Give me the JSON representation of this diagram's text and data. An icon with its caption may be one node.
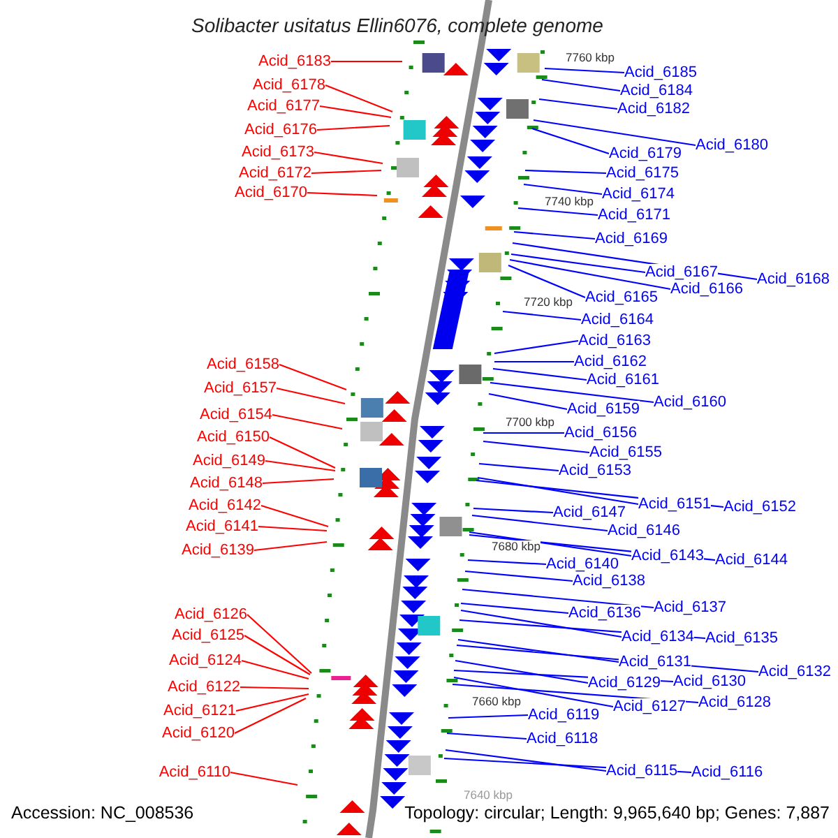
{
  "diagram": {
    "title": "Solibacter usitatus Ellin6076, complete genome",
    "nodes": [
      {
        "text": [
          "Acid_6183"
        ]
      },
      {
        "text": [
          "Acid_6178"
        ]
      },
      {
        "text": [
          "Acid_6177"
        ]
      },
      {
        "text": [
          "Acid_6176"
        ]
      },
      {
        "text": [
          "Acid_6173"
        ]
      },
      {
        "text": [
          "Acid_6172"
        ]
      },
      {
        "text": [
          "Acid_6170"
        ]
      },
      {
        "text": [
          "Acid_6158"
        ]
      },
      {
        "text": [
          "Acid_6157"
        ]
      },
      {
        "text": [
          "Acid_6154"
        ]
      },
      {
        "text": [
          "Acid_6150"
        ]
      },
      {
        "text": [
          "Acid_6149"
        ]
      },
      {
        "text": [
          "Acid_6148"
        ]
      },
      {
        "text": [
          "Acid_6142"
        ]
      },
      {
        "text": [
          "Acid_6141"
        ]
      },
      {
        "text": [
          "Acid_6139"
        ]
      },
      {
        "text": [
          "Acid_6126"
        ]
      },
      {
        "text": [
          "Acid_6125"
        ]
      },
      {
        "text": [
          "Acid_6124"
        ]
      },
      {
        "text": [
          "Acid_6122"
        ]
      },
      {
        "text": [
          "Acid_6121"
        ]
      },
      {
        "text": [
          "Acid_6120"
        ]
      },
      {
        "text": [
          "Acid_6110"
        ]
      },
      {
        "text": [
          "Acid_6185"
        ]
      },
      {
        "text": [
          "Acid_6184"
        ]
      },
      {
        "text": [
          "Acid_6182"
        ]
      },
      {
        "text": [
          "Acid_6180"
        ]
      },
      {
        "text": [
          "Acid_6179"
        ]
      },
      {
        "text": [
          "Acid_6175"
        ]
      },
      {
        "text": [
          "Acid_6174"
        ]
      },
      {
        "text": [
          "Acid_6171"
        ]
      },
      {
        "text": [
          "Acid_6169"
        ]
      },
      {
        "text": [
          "Acid_6167"
        ]
      },
      {
        "text": [
          "Acid_6168"
        ]
      },
      {
        "text": [
          "Acid_6166"
        ]
      },
      {
        "text": [
          "Acid_6165"
        ]
      },
      {
        "text": [
          "Acid_6164"
        ]
      },
      {
        "text": [
          "Acid_6163"
        ]
      },
      {
        "text": [
          "Acid_6162"
        ]
      },
      {
        "text": [
          "Acid_6161"
        ]
      },
      {
        "text": [
          "Acid_6160"
        ]
      },
      {
        "text": [
          "Acid_6159"
        ]
      },
      {
        "text": [
          "Acid_6156"
        ]
      },
      {
        "text": [
          "Acid_6155"
        ]
      },
      {
        "text": [
          "Acid_6153"
        ]
      },
      {
        "text": [
          "Acid_6151"
        ]
      },
      {
        "text": [
          "Acid_6152"
        ]
      },
      {
        "text": [
          "Acid_6147"
        ]
      },
      {
        "text": [
          "Acid_6146"
        ]
      },
      {
        "text": [
          "Acid_6143"
        ]
      },
      {
        "text": [
          "Acid_6144"
        ]
      },
      {
        "text": [
          "Acid_6140"
        ]
      },
      {
        "text": [
          "Acid_6138"
        ]
      },
      {
        "text": [
          "Acid_6137"
        ]
      },
      {
        "text": [
          "Acid_6136"
        ]
      },
      {
        "text": [
          "Acid_6134"
        ]
      },
      {
        "text": [
          "Acid_6135"
        ]
      },
      {
        "text": [
          "Acid_6131"
        ]
      },
      {
        "text": [
          "Acid_6132"
        ]
      },
      {
        "text": [
          "Acid_6129"
        ]
      },
      {
        "text": [
          "Acid_6130"
        ]
      },
      {
        "text": [
          "Acid_6127"
        ]
      },
      {
        "text": [
          "Acid_6128"
        ]
      },
      {
        "text": [
          "Acid_6119"
        ]
      },
      {
        "text": [
          "Acid_6118"
        ]
      },
      {
        "text": [
          "Acid_6115"
        ]
      },
      {
        "text": [
          "Acid_6116"
        ]
      }
    ],
    "edges": [
      {
        "from": 0,
        "to": null,
        "arrow": "none",
        "color": "#ff0000"
      },
      {
        "from": 1,
        "to": null,
        "arrow": "none",
        "color": "#ff0000"
      },
      {
        "from": 2,
        "to": null,
        "arrow": "none",
        "color": "#ff0000"
      },
      {
        "from": 3,
        "to": null,
        "arrow": "none",
        "color": "#ff0000"
      },
      {
        "from": 4,
        "to": null,
        "arrow": "none",
        "color": "#ff0000"
      },
      {
        "from": 5,
        "to": null,
        "arrow": "none",
        "color": "#ff0000"
      },
      {
        "from": 6,
        "to": null,
        "arrow": "none",
        "color": "#ff0000"
      },
      {
        "from": 7,
        "to": null,
        "arrow": "none",
        "color": "#ff0000"
      },
      {
        "from": 8,
        "to": null,
        "arrow": "none",
        "color": "#ff0000"
      },
      {
        "from": 9,
        "to": null,
        "arrow": "none",
        "color": "#ff0000"
      },
      {
        "from": 10,
        "to": null,
        "arrow": "none",
        "color": "#ff0000"
      },
      {
        "from": 11,
        "to": null,
        "arrow": "none",
        "color": "#ff0000"
      },
      {
        "from": 12,
        "to": null,
        "arrow": "none",
        "color": "#ff0000"
      },
      {
        "from": 13,
        "to": null,
        "arrow": "none",
        "color": "#ff0000"
      },
      {
        "from": 14,
        "to": null,
        "arrow": "none",
        "color": "#ff0000"
      },
      {
        "from": 15,
        "to": null,
        "arrow": "none",
        "color": "#ff0000"
      },
      {
        "from": 16,
        "to": null,
        "arrow": "none",
        "color": "#ff0000"
      },
      {
        "from": 17,
        "to": null,
        "arrow": "none",
        "color": "#ff0000"
      },
      {
        "from": 18,
        "to": null,
        "arrow": "none",
        "color": "#ff0000"
      },
      {
        "from": 19,
        "to": null,
        "arrow": "none",
        "color": "#ff0000"
      },
      {
        "from": 20,
        "to": null,
        "arrow": "none",
        "color": "#ff0000"
      },
      {
        "from": 21,
        "to": null,
        "arrow": "none",
        "color": "#ff0000"
      },
      {
        "from": 22,
        "to": null,
        "arrow": "none",
        "color": "#ff0000"
      },
      {
        "from": 23,
        "to": null,
        "arrow": "none"
      },
      {
        "from": 24,
        "to": null,
        "arrow": "none"
      },
      {
        "from": 25,
        "to": null,
        "arrow": "none"
      },
      {
        "from": 26,
        "to": null,
        "arrow": "none"
      },
      {
        "from": 27,
        "to": null,
        "arrow": "none"
      },
      {
        "from": 28,
        "to": null,
        "arrow": "none"
      },
      {
        "from": 29,
        "to": null,
        "arrow": "none"
      },
      {
        "from": 30,
        "to": null,
        "arrow": "none"
      },
      {
        "from": 31,
        "to": null,
        "arrow": "none"
      },
      {
        "from": 32,
        "to": null,
        "arrow": "none"
      },
      {
        "from": 33,
        "to": null,
        "arrow": "none"
      },
      {
        "from": 34,
        "to": null,
        "arrow": "none"
      },
      {
        "from": 35,
        "to": null,
        "arrow": "none"
      },
      {
        "from": 36,
        "to": null,
        "arrow": "none"
      },
      {
        "from": 37,
        "to": null,
        "arrow": "none"
      },
      {
        "from": 38,
        "to": null,
        "arrow": "none"
      },
      {
        "from": 39,
        "to": null,
        "arrow": "none"
      },
      {
        "from": 40,
        "to": null,
        "arrow": "none"
      },
      {
        "from": 41,
        "to": null,
        "arrow": "none"
      },
      {
        "from": 42,
        "to": null,
        "arrow": "none"
      },
      {
        "from": 43,
        "to": null,
        "arrow": "none"
      },
      {
        "from": 44,
        "to": null,
        "arrow": "none"
      },
      {
        "from": 45,
        "to": null,
        "arrow": "none"
      },
      {
        "from": 46,
        "to": null,
        "arrow": "none"
      },
      {
        "from": 47,
        "to": null,
        "arrow": "none"
      },
      {
        "from": 48,
        "to": null,
        "arrow": "none"
      },
      {
        "from": 49,
        "to": null,
        "arrow": "none"
      },
      {
        "from": 50,
        "to": null,
        "arrow": "none"
      },
      {
        "from": 51,
        "to": null,
        "arrow": "none"
      },
      {
        "from": 52,
        "to": null,
        "arrow": "none"
      },
      {
        "from": 53,
        "to": null,
        "arrow": "none"
      },
      {
        "from": 54,
        "to": null,
        "arrow": "none"
      },
      {
        "from": 55,
        "to": null,
        "arrow": "none"
      },
      {
        "from": 56,
        "to": null,
        "arrow": "none"
      },
      {
        "from": 57,
        "to": null,
        "arrow": "none"
      },
      {
        "from": 58,
        "to": null,
        "arrow": "none"
      },
      {
        "from": 59,
        "to": null,
        "arrow": "none"
      },
      {
        "from": 60,
        "to": null,
        "arrow": "none"
      },
      {
        "from": 61,
        "to": null,
        "arrow": "none"
      },
      {
        "from": 62,
        "to": null,
        "arrow": "none"
      },
      {
        "from": 63,
        "to": null,
        "arrow": "none"
      },
      {
        "from": 64,
        "to": null,
        "arrow": "none"
      },
      {
        "from": 65,
        "to": null,
        "arrow": "none"
      },
      {
        "from": 66,
        "to": null,
        "arrow": "none"
      }
    ],
    "labels": [
      "7760 kbp",
      "7740 kbp",
      "7720 kbp",
      "7700 kbp",
      "7680 kbp",
      "7660 kbp",
      "7640 kbp",
      "Accession: NC_008536",
      "Topology: circular; Length: 9,965,640 bp; Genes: 7,887"
    ]
  }
}
